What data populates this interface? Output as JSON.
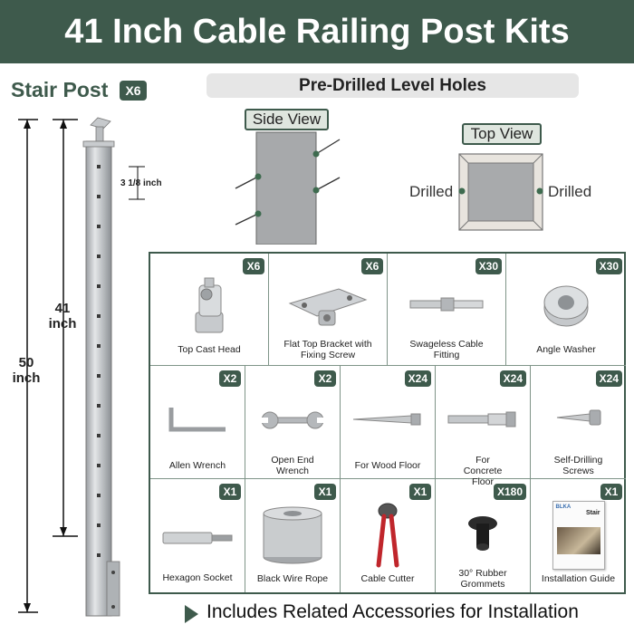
{
  "header": {
    "title": "41 Inch Cable Railing Post Kits"
  },
  "post": {
    "title": "Stair Post",
    "quantity": "X6",
    "dim_total": "50 inch",
    "dim_height": "41 inch",
    "dim_spacing": "3 1/8 inch"
  },
  "holes": {
    "title": "Pre-Drilled Level Holes",
    "side_view": "Side View",
    "top_view": "Top View",
    "drilled_left": "Drilled",
    "drilled_right": "Drilled"
  },
  "accessories": [
    {
      "label": "Top Cast Head",
      "qty": "X6",
      "icon": "top-cast-head-icon"
    },
    {
      "label": "Flat Top Bracket with Fixing Screw",
      "qty": "X6",
      "icon": "flat-top-bracket-icon"
    },
    {
      "label": "Swageless Cable Fitting",
      "qty": "X30",
      "icon": "cable-fitting-icon"
    },
    {
      "label": "Angle Washer",
      "qty": "X30",
      "icon": "angle-washer-icon"
    },
    {
      "label": "Allen Wrench",
      "qty": "X2",
      "icon": "allen-wrench-icon"
    },
    {
      "label": "Open End Wrench",
      "qty": "X2",
      "icon": "open-end-wrench-icon"
    },
    {
      "label": "For Wood Floor",
      "qty": "X24",
      "icon": "wood-screw-icon"
    },
    {
      "label": "For Concrete Floor",
      "qty": "X24",
      "icon": "concrete-anchor-icon"
    },
    {
      "label": "Self-Drilling Screws",
      "qty": "X24",
      "icon": "self-drilling-screw-icon"
    },
    {
      "label": "Hexagon Socket",
      "qty": "X1",
      "icon": "hex-socket-icon"
    },
    {
      "label": "Black Wire Rope",
      "qty": "X1",
      "icon": "wire-rope-icon"
    },
    {
      "label": "Cable Cutter",
      "qty": "X1",
      "icon": "cable-cutter-icon"
    },
    {
      "label": "30° Rubber Grommets",
      "qty": "X180",
      "icon": "rubber-grommet-icon"
    },
    {
      "label": "Installation Guide",
      "qty": "X1",
      "icon": "installation-guide-icon"
    }
  ],
  "guide_cover": {
    "brand": "BLKA",
    "title": "Stair"
  },
  "footer": {
    "text": "Includes Related Accessories for Installation"
  },
  "colors": {
    "brand_green": "#3e5a4c",
    "steel": "#b8bcbf"
  }
}
